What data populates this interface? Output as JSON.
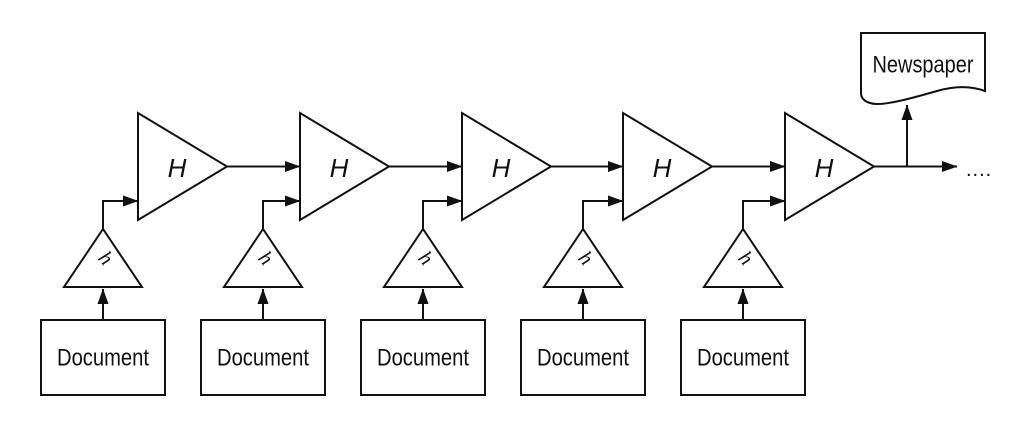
{
  "colors": {
    "ink": "#111111",
    "background": "#ffffff"
  },
  "stages": [
    {
      "processor_label": "H",
      "feature_label": "h",
      "input_label": "Document"
    },
    {
      "processor_label": "H",
      "feature_label": "h",
      "input_label": "Document"
    },
    {
      "processor_label": "H",
      "feature_label": "h",
      "input_label": "Document"
    },
    {
      "processor_label": "H",
      "feature_label": "h",
      "input_label": "Document"
    },
    {
      "processor_label": "H",
      "feature_label": "h",
      "input_label": "Document"
    }
  ],
  "output": {
    "document_label": "Newspaper",
    "continuation_label": "...."
  }
}
